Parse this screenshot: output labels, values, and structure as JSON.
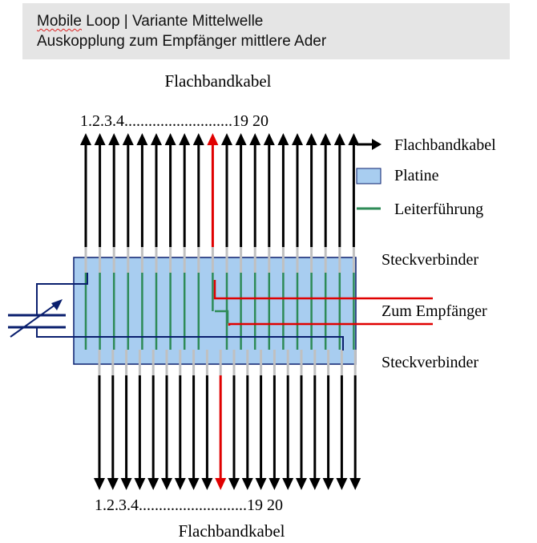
{
  "header": {
    "line1_word": "Mobile",
    "line1_rest": " Loop | Variante Mittelwelle",
    "line2": "Auskopplung zum Empfänger mittlere Ader"
  },
  "diagram": {
    "top_cable_title": "Flachbandkabel",
    "top_numbering": "1.2.3.4...........................19 20",
    "bottom_numbering": "1.2.3.4...........................19 20",
    "bottom_cable_title": "Flachbandkabel",
    "connector_top_label": "Steckverbinder",
    "receiver_label": "Zum Empfänger",
    "connector_bottom_label": "Steckverbinder",
    "conductor_count": 20,
    "highlighted_conductor": 10
  },
  "legend": [
    {
      "symbol": "arrow",
      "label": "Flachbandkabel",
      "color": "#000000"
    },
    {
      "symbol": "box",
      "label": "Platine",
      "color": "#a8cdf0"
    },
    {
      "symbol": "line",
      "label": "Leiterführung",
      "color": "#2e8b57"
    }
  ],
  "colors": {
    "cable": "#000000",
    "highlight": "#e00000",
    "board": "#a8cdf0",
    "board_border": "#0a1f6e",
    "trace": "#2e8b57",
    "connector_pins": "#c0c0c0",
    "capacitor": "#0a1f6e"
  }
}
